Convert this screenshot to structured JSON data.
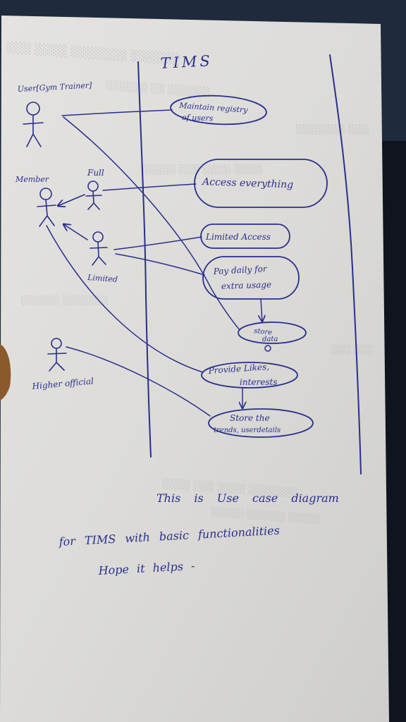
{
  "diagram": {
    "system_title": "TIMS",
    "actors": {
      "trainer": "User[Gym Trainer]",
      "member": "Member",
      "full": "Full",
      "limited": "Limited",
      "official": "Higher official"
    },
    "use_cases": {
      "maintain_line1": "Maintain registry",
      "maintain_line2": "of users",
      "access": "Access everything",
      "limited_access": "Limited Access",
      "pay_line1": "Pay daily for",
      "pay_line2": "extra usage",
      "store_line1": "store",
      "store_line2": "data",
      "provide_line1": "Provide Likes,",
      "provide_line2": "interests",
      "trends_line1": "Store the",
      "trends_line2": "trends, userdetails"
    }
  },
  "note": {
    "line1": "This is Use case diagram",
    "line2": "for TIMS with basic functionalities",
    "line3": "Hope it helps -"
  }
}
